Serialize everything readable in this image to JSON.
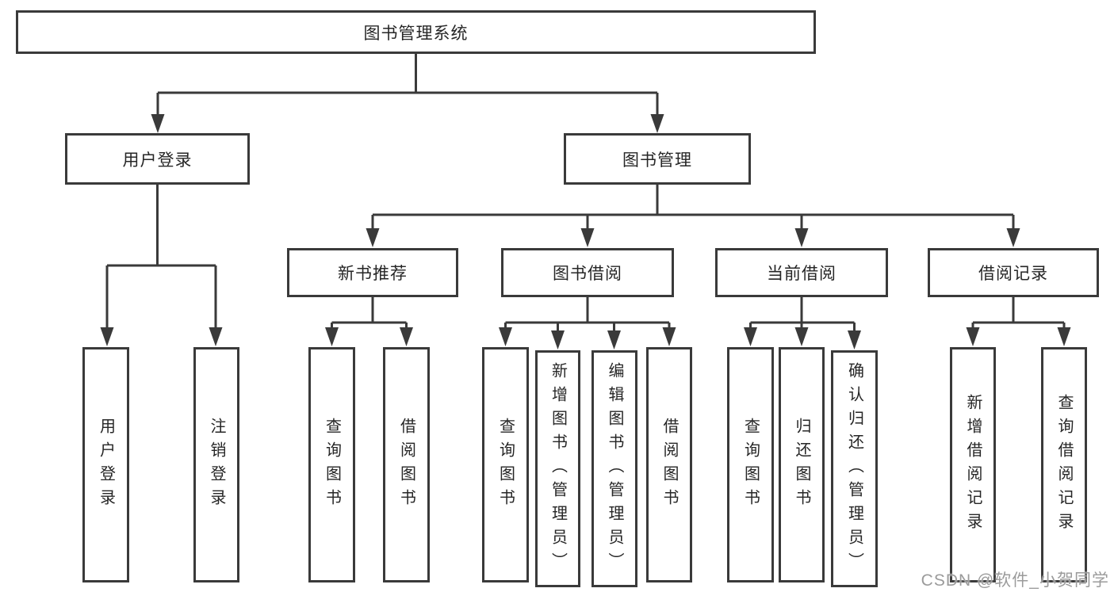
{
  "page": {
    "background": "#ffffff"
  },
  "colors": {
    "line": "#3a3a3a",
    "box_border": "#3a3a3a",
    "text": "#262626",
    "watermark": "#9b9b9b"
  },
  "diagram": {
    "root": {
      "label": "图书管理系统",
      "children": [
        {
          "label": "用户登录",
          "children": [
            {
              "label": "用户登录"
            },
            {
              "label": "注销登录"
            }
          ]
        },
        {
          "label": "图书管理",
          "children": [
            {
              "label": "新书推荐",
              "children": [
                {
                  "label": "查询图书"
                },
                {
                  "label": "借阅图书"
                }
              ]
            },
            {
              "label": "图书借阅",
              "children": [
                {
                  "label": "查询图书"
                },
                {
                  "label": "新增图书（管理员）"
                },
                {
                  "label": "编辑图书（管理员）"
                },
                {
                  "label": "借阅图书"
                }
              ]
            },
            {
              "label": "当前借阅",
              "children": [
                {
                  "label": "查询图书"
                },
                {
                  "label": "归还图书"
                },
                {
                  "label": "确认归还（管理员）"
                }
              ]
            },
            {
              "label": "借阅记录",
              "children": [
                {
                  "label": "新增借阅记录"
                },
                {
                  "label": "查询借阅记录"
                }
              ]
            }
          ]
        }
      ]
    }
  },
  "watermark": {
    "text": "CSDN @软件_小贺同学"
  }
}
